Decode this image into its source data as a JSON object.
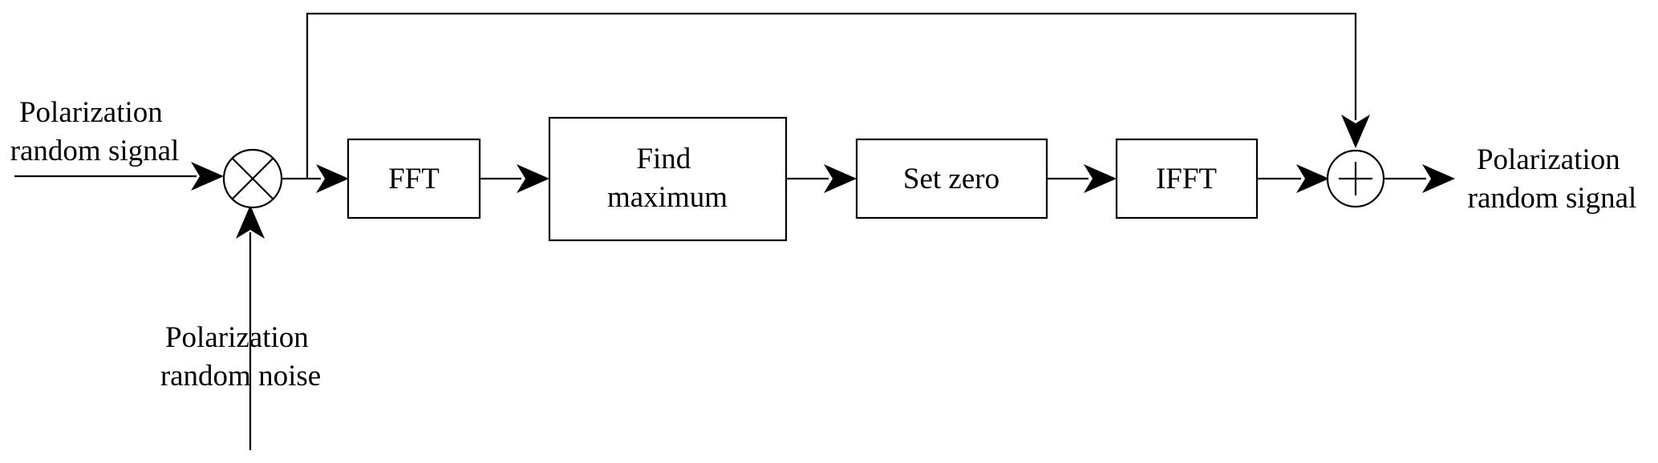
{
  "diagram": {
    "input_signal_label": [
      "Polarization",
      "random signal"
    ],
    "input_noise_label": [
      "Polarization",
      "random noise"
    ],
    "output_signal_label": [
      "Polarization",
      "random signal"
    ],
    "blocks": {
      "fft": [
        "FFT"
      ],
      "find_maximum": [
        "Find",
        "maximum"
      ],
      "set_zero": [
        "Set zero"
      ],
      "ifft": [
        "IFFT"
      ]
    },
    "multiplier_symbol": "⊗",
    "adder_symbol": "⊕"
  }
}
